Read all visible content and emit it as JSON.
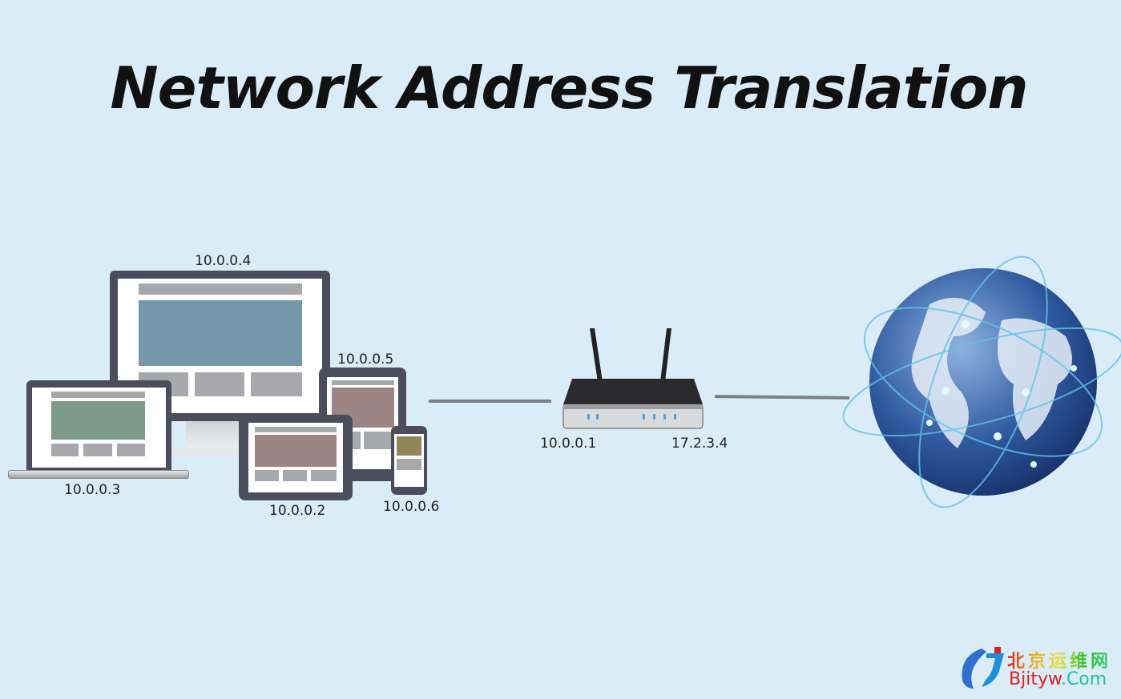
{
  "title": "Network Address Translation",
  "devices": {
    "desktop": "10.0.0.4",
    "tablet_portrait": "10.0.0.5",
    "laptop": "10.0.0.3",
    "tablet_landscape": "10.0.0.2",
    "phone": "10.0.0.6"
  },
  "router": {
    "inside_ip": "10.0.0.1",
    "outside_ip": "17.2.3.4"
  },
  "watermark": {
    "chinese": "北京运维网",
    "latin_a": "Bjityw",
    "latin_b": ".Com"
  },
  "colors": {
    "background": "#dbecf9",
    "bezel": "#4b4d5c",
    "globe": "#2f5aa0"
  }
}
